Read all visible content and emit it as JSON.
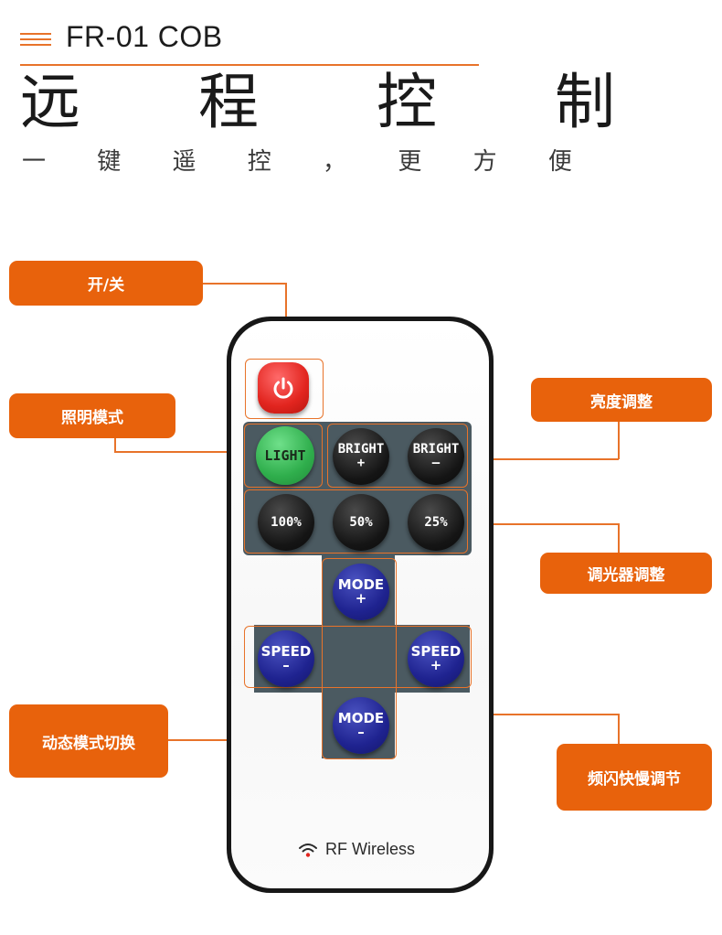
{
  "header": {
    "product_code": "FR-01 COB",
    "title": "远 程 控 制",
    "subtitle": "一 键 遥 控 ， 更 方 便"
  },
  "callouts": {
    "power": "开/关",
    "light_mode": "照明模式",
    "brightness": "亮度调整",
    "dimmer": "调光器调整",
    "dynamic_mode": "动态模式切换",
    "speed": "频闪快慢调节"
  },
  "remote": {
    "buttons": {
      "light": "LIGHT",
      "bright_up": "BRIGHT",
      "bright_up_sign": "+",
      "bright_down": "BRIGHT",
      "bright_down_sign": "–",
      "p100": "100%",
      "p50": "50%",
      "p25": "25%",
      "mode_up": "MODE",
      "mode_up_sign": "+",
      "speed_down": "SPEED",
      "speed_down_sign": "–",
      "speed_up": "SPEED",
      "speed_up_sign": "+",
      "mode_down": "MODE",
      "mode_down_sign": "–"
    },
    "brand": "RF Wireless"
  },
  "colors": {
    "accent": "#e8620c",
    "panel": "#4b5a61",
    "power_red": "#e2251f",
    "light_green": "#2fae4c",
    "mode_blue": "#1f2390"
  }
}
